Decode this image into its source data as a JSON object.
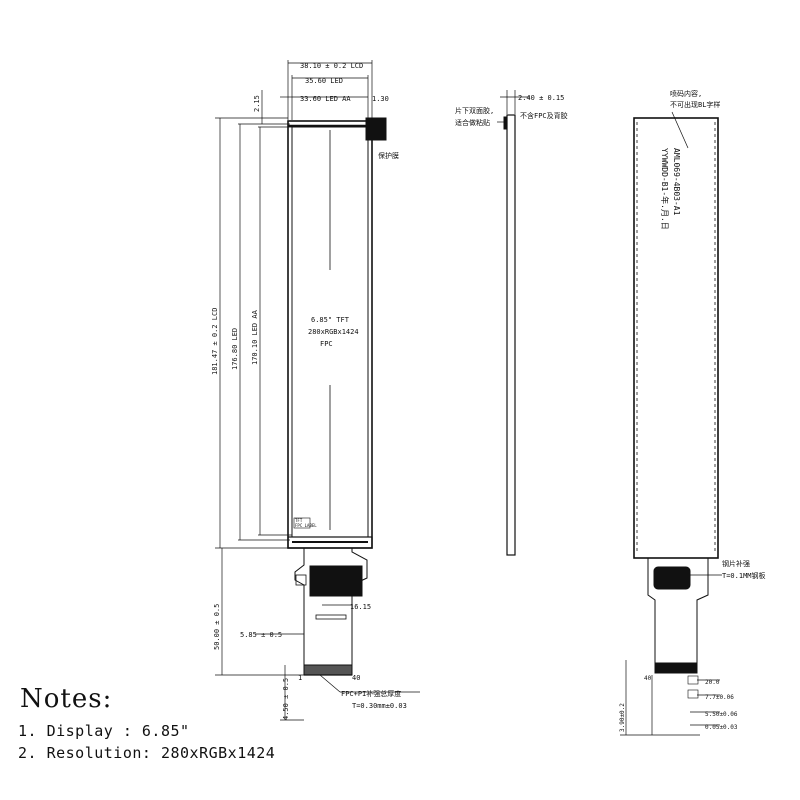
{
  "front_view": {
    "dim_top_lcd": "38.10 ± 0.2 LCD",
    "dim_top_led": "35.60 LED",
    "dim_top_aa": "33.60 LED AA",
    "dim_top_offset": "1.30",
    "dim_left_offset": "2.15",
    "dim_height_lcd": "181.47 ± 0.2 LCD",
    "dim_height_led": "176.80 LED",
    "dim_height_aa": "170.10 LED AA",
    "dim_fpc_length": "50.00 ± 0.5",
    "dim_fpc_small": "5.85 ± 0.5",
    "dim_fpc_width": "16.15",
    "dim_tail": "4.50 ± 0.5",
    "pin_first": "1",
    "pin_last": "40",
    "label_display": "6.85\" TFT",
    "label_resolution": "280xRGBx1424",
    "label_fpc": "FPC",
    "label_protect_film": "保护膜",
    "label_fpc_thickness": "FPC+PI补强总厚度",
    "label_thickness_value": "T=0.30mm±0.03",
    "small_label_a": "TFT",
    "small_label_b": "FPC LABEL"
  },
  "side_view": {
    "dim_thickness": "2.40 ± 0.15",
    "label_film": "片下双面胶,",
    "label_film_2": "适合做粘贴",
    "label_exclude": "不含FPC及背胶"
  },
  "back_view": {
    "label_spray_1": "喷码内容,",
    "label_spray_2": "不可出现BL字样",
    "code_line_1": "AML069-4B03-A1",
    "code_line_2": "YYWWDD-B1-年.月.日",
    "label_steel_1": "钢片补强",
    "label_steel_2": "T=0.1MM钢板",
    "dim_a": "20.0",
    "dim_b": "7.7±0.06",
    "dim_c": "5.50±0.06",
    "dim_d": "0.05±0.03",
    "dim_side": "3.90±0.2",
    "pin_40": "40"
  },
  "notes": {
    "title": "Notes:",
    "items": [
      "1. Display : 6.85\"",
      "2. Resolution: 280xRGBx1424"
    ]
  }
}
